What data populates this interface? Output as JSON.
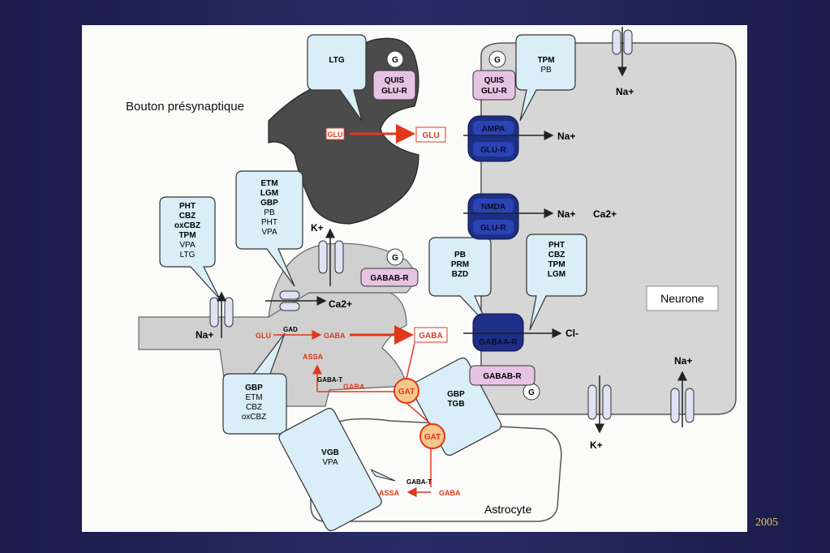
{
  "year": "2005",
  "labels": {
    "bouton": "Bouton présynaptique",
    "neurone": "Neurone",
    "astrocyte": "Astrocyte",
    "na_top": "Na+",
    "na_right": "Na+",
    "k_bottom": "K+",
    "k_mid": "K+",
    "ca_top": "Ca2+",
    "ca_mid": "Ca2+",
    "na_left": "Na+",
    "na_ampa": "Na+",
    "na_nmda": "Na+",
    "cl": "Cl-"
  },
  "receptors": {
    "quis_left": [
      "QUIS",
      "GLU-R"
    ],
    "quis_right": [
      "QUIS",
      "GLU-R"
    ],
    "ampa": [
      "AMPA",
      "GLU-R"
    ],
    "nmda": [
      "NMDA",
      "GLU-R"
    ],
    "gabaa": "GABAA-R",
    "gabab_top": "GABAB-R",
    "gabab_bottom": "GABAB-R",
    "g": "G"
  },
  "pathway": {
    "glu_left": "GLU",
    "glu_cleft": "GLU",
    "glu2": "GLU",
    "gad": "GAD",
    "gaba_mid": "GABA",
    "gaba_cleft": "GABA",
    "assa_top": "ASSA",
    "gabat_top": "GABA-T",
    "gaba_low": "GABA",
    "gat": "GAT",
    "gabat_bottom": "GABA-T",
    "assa_bottom": "ASSA",
    "gaba_bottom": "GABA"
  },
  "drug_boxes": {
    "ltg": [
      "LTG"
    ],
    "tpm_pb": [
      "TPM",
      "PB"
    ],
    "etm": [
      "ETM",
      "LGM",
      "GBP",
      "PB",
      "PHT",
      "VPA"
    ],
    "pht": [
      "PHT",
      "CBZ",
      "oxCBZ",
      "TPM",
      "VPA",
      "LTG"
    ],
    "pb_prm": [
      "PB",
      "PRM",
      "BZD"
    ],
    "pht_cbz": [
      "PHT",
      "CBZ",
      "TPM",
      "LGM"
    ],
    "gbp_etm": [
      "GBP",
      "ETM",
      "CBZ",
      "oxCBZ"
    ],
    "gbp_tgb": [
      "GBP",
      "TGB"
    ],
    "vgb": [
      "VGB",
      "VPA"
    ]
  },
  "colors": {
    "background": "#23244f",
    "neuron": "#d3d3d3",
    "bouton": "#4a4a4a",
    "drug_box": "#d9eef7",
    "receptor_blue": "#1d2f86",
    "receptor_pink": "#e7c3e3",
    "pathway_red": "#e0381c",
    "year": "#e8c46a"
  }
}
